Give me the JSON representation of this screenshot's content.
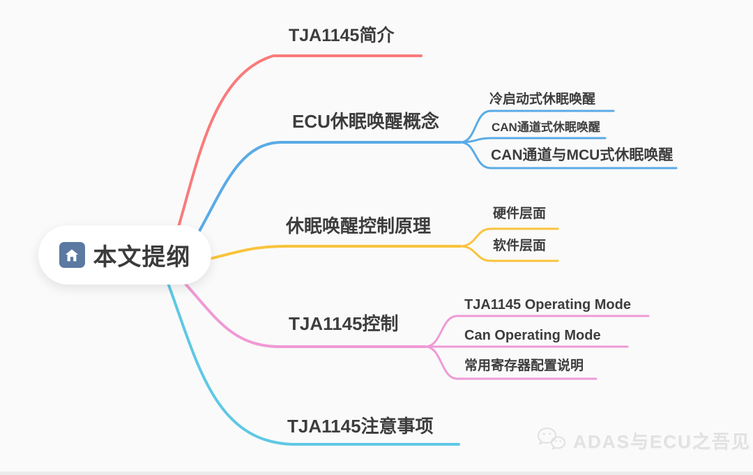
{
  "canvas": {
    "background": "#fafafa"
  },
  "root": {
    "label": "本文提纲",
    "icon": "home-icon",
    "icon_bg": "#5b79a1",
    "text_color": "#3b3b3b"
  },
  "branches": [
    {
      "label": "TJA1145简介",
      "color": "#f97b7b",
      "children": []
    },
    {
      "label": "ECU休眠唤醒概念",
      "color": "#5aabe6",
      "children": [
        {
          "label": "冷启动式休眠唤醒"
        },
        {
          "label": "CAN通道式休眠唤醒"
        },
        {
          "label": "CAN通道与MCU式休眠唤醒"
        }
      ]
    },
    {
      "label": "休眠唤醒控制原理",
      "color": "#f9c33c",
      "children": [
        {
          "label": "硬件层面"
        },
        {
          "label": "软件层面"
        }
      ]
    },
    {
      "label": "TJA1145控制",
      "color": "#ef9ad5",
      "children": [
        {
          "label": "TJA1145 Operating Mode"
        },
        {
          "label": "Can Operating Mode"
        },
        {
          "label": "常用寄存器配置说明"
        }
      ]
    },
    {
      "label": "TJA1145注意事项",
      "color": "#5fc8e4",
      "children": []
    }
  ],
  "watermark": {
    "icon": "wechat-icon",
    "text": "ADAS与ECU之吾见",
    "color": "#e2e2e2"
  }
}
